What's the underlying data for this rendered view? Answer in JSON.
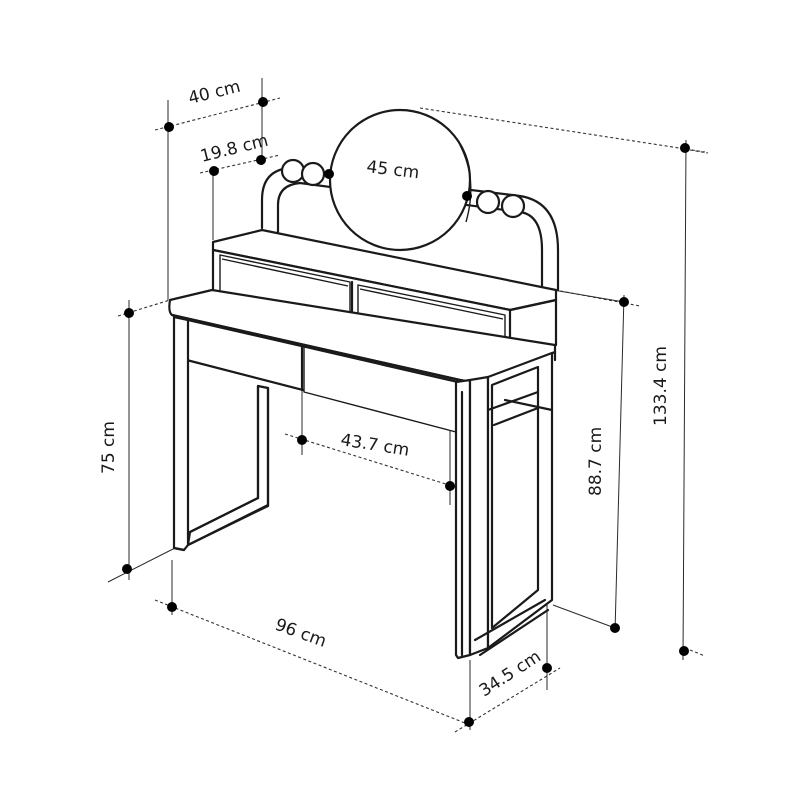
{
  "title": "Vanity table dimension drawing",
  "units": "cm",
  "dimensions": {
    "overall_depth": "40 cm",
    "shelf_depth": "19.8 cm",
    "mirror_diameter": "45 cm",
    "table_height": "75 cm",
    "shelf_top_height": "88.7 cm",
    "overall_height": "133.4 cm",
    "drawer_width": "43.7 cm",
    "overall_width": "96 cm",
    "leg_depth": "34.5 cm"
  },
  "components": {
    "mirror": "round mirror",
    "lights": "4 bulbs on arched frame",
    "upper_drawers": 2,
    "lower_drawers": 2,
    "legs": "sled-style rectangular frames"
  },
  "colors": {
    "line": "#1a1a1a",
    "background": "#ffffff"
  }
}
